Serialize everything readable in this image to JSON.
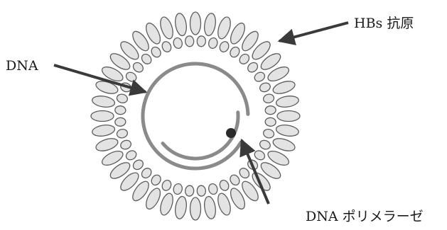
{
  "labels": {
    "dna": "DNA",
    "hbs_antigen": "HBs 抗原",
    "dna_polymerase": "DNA ポリメラーゼ"
  },
  "colors": {
    "ellipse_fill": "#e3e3e3",
    "ellipse_stroke": "#5c5c5c",
    "dna_strand": "#8a8a8a",
    "polymerase": "#2a2a2a",
    "arrow": "#3a3a3a"
  }
}
